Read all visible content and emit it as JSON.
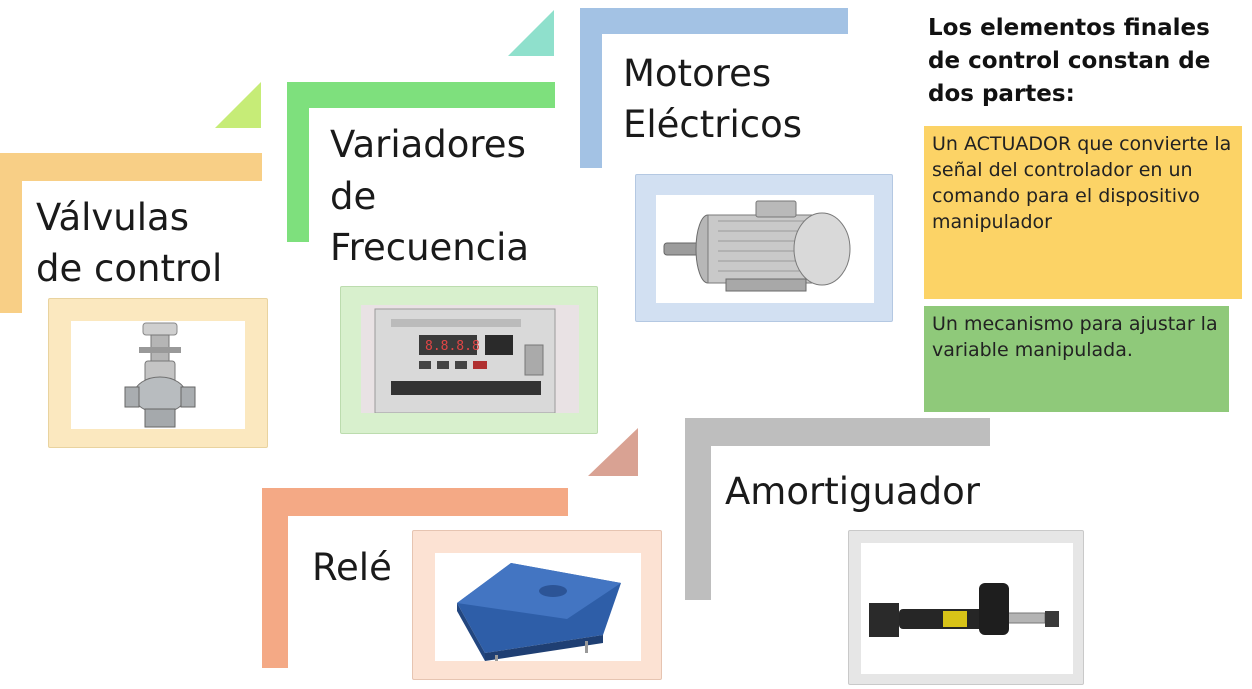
{
  "categories": {
    "valvulas": {
      "label_line1": "Válvulas",
      "label_line2": "de control",
      "color": "#f8cf86",
      "frame_color": "#fbe8bf",
      "tri_color": "#c6ec77",
      "icon": "control-valve-icon"
    },
    "variadores": {
      "label_line1": "Variadores",
      "label_line2": "de",
      "label_line3": "Frecuencia",
      "color": "#7ee07d",
      "frame_color": "#d8f0cd",
      "tri_color": "#8fe0cc",
      "icon": "frequency-drive-icon"
    },
    "motores": {
      "label_line1": "Motores",
      "label_line2": "Eléctricos",
      "color": "#a3c2e4",
      "frame_color": "#d2e0f2",
      "icon": "electric-motor-icon"
    },
    "rele": {
      "label": "Relé",
      "color": "#f4a985",
      "frame_color": "#fce2d3",
      "tri_color": "#d9a293",
      "icon": "relay-icon"
    },
    "amortiguador": {
      "label": "Amortiguador",
      "color": "#bebebe",
      "frame_color": "#e6e6e6",
      "icon": "shock-absorber-icon"
    }
  },
  "sidebar": {
    "heading": "Los elementos finales de control constan de dos partes:",
    "part1": {
      "text": "Un ACTUADOR que convierte la señal del controlador en un comando para el dispositivo manipulador",
      "color": "#fcd366"
    },
    "part2": {
      "text": "Un mecanismo para ajustar la variable manipulada.",
      "color": "#8fc97a"
    }
  }
}
